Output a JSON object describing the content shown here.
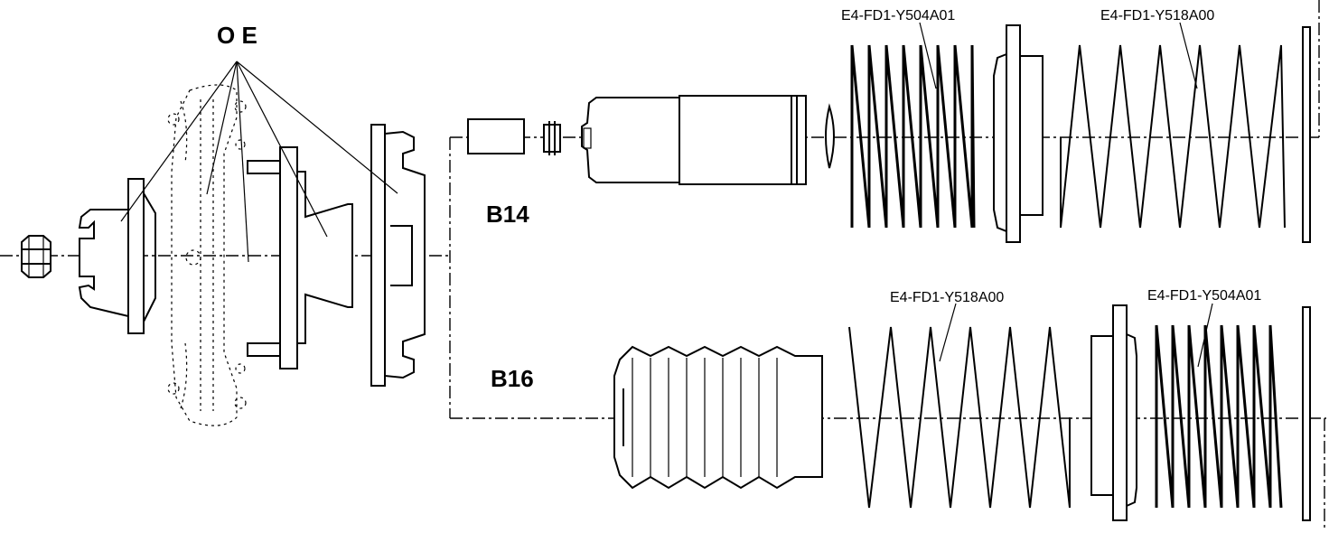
{
  "labels": {
    "oe": "O E",
    "b14": "B14",
    "b16": "B16"
  },
  "part_numbers": {
    "b14_spring_1": "E4-FD1-Y504A01",
    "b14_spring_2": "E4-FD1-Y518A00",
    "b16_spring_1": "E4-FD1-Y518A00",
    "b16_spring_2": "E4-FD1-Y504A01"
  },
  "colors": {
    "ink": "#000000",
    "background": "#ffffff"
  }
}
